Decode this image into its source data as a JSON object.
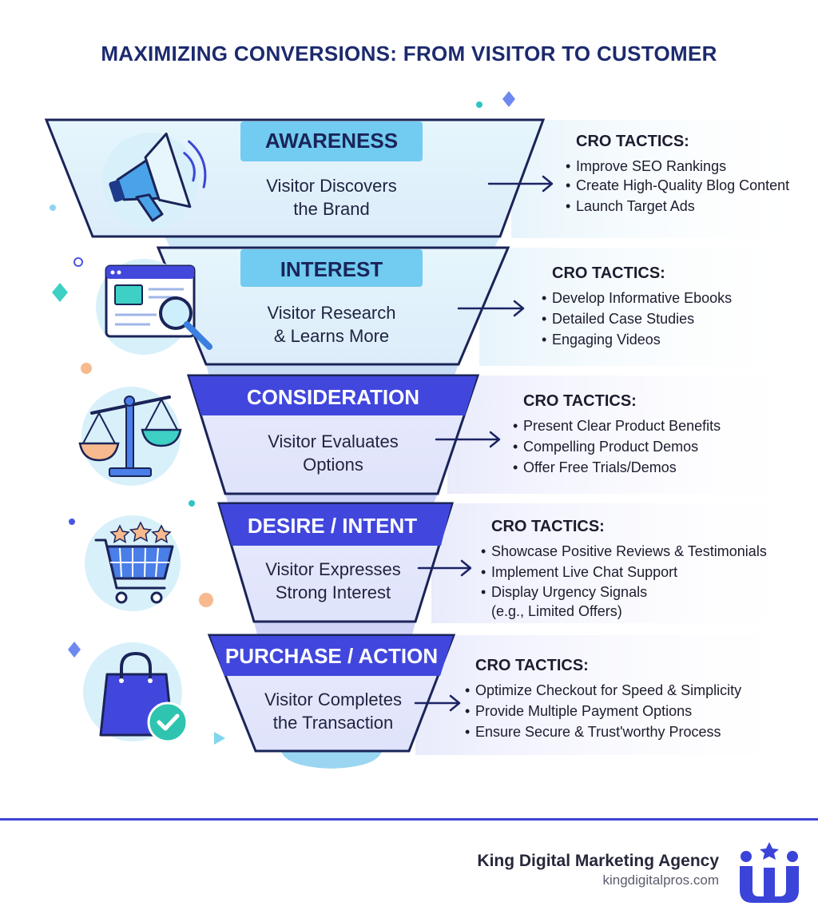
{
  "title": "MAXIMIZING CONVERSIONS: FROM VISITOR TO CUSTOMER",
  "colors": {
    "title": "#1c2a6e",
    "light_blue": "#68c7ef",
    "royal_blue": "#4046dc",
    "funnel_fill_top": "#e3f4fb",
    "funnel_fill_bottom": "#e4e7fb",
    "footer_line": "#4146d8"
  },
  "stages": [
    {
      "label": "AWARENESS",
      "description": [
        "Visitor Discovers",
        "the Brand"
      ],
      "icon": "megaphone-icon",
      "tactics_heading": "CRO TACTICS:",
      "tactics": [
        "Improve SEO Rankings",
        "Create High-Quality Blog Content",
        "Launch Target Ads"
      ]
    },
    {
      "label": "INTEREST",
      "description": [
        "Visitor Research",
        "& Learns More"
      ],
      "icon": "browser-magnifier-icon",
      "tactics_heading": "CRO TACTICS:",
      "tactics": [
        "Develop Informative Ebooks",
        "Detailed Case Studies",
        "Engaging Videos"
      ]
    },
    {
      "label": "CONSIDERATION",
      "description": [
        "Visitor Evaluates",
        "Options"
      ],
      "icon": "balance-scale-icon",
      "tactics_heading": "CRO TACTICS:",
      "tactics": [
        "Present Clear Product Benefits",
        "Compelling Product Demos",
        "Offer Free Trials/Demos"
      ]
    },
    {
      "label": "DESIRE / INTENT",
      "description": [
        "Visitor Expresses",
        "Strong Interest"
      ],
      "icon": "cart-stars-icon",
      "tactics_heading": "CRO TACTICS:",
      "tactics": [
        "Showcase Positive Reviews & Testimonials",
        "Implement Live Chat Support",
        "Display Urgency Signals (e.g., Limited Offers)"
      ]
    },
    {
      "label": "PURCHASE / ACTION",
      "description": [
        "Visitor Completes",
        "the Transaction"
      ],
      "icon": "shopping-bag-check-icon",
      "tactics_heading": "CRO TACTICS:",
      "tactics": [
        "Optimize Checkout for Speed & Simplicity",
        "Provide Multiple Payment Options",
        "Ensure Secure & Trust'worthy Process"
      ]
    }
  ],
  "footer": {
    "company": "King Digital Marketing Agency",
    "url": "kingdigitalpros.com",
    "logo": "crown-logo-icon"
  }
}
